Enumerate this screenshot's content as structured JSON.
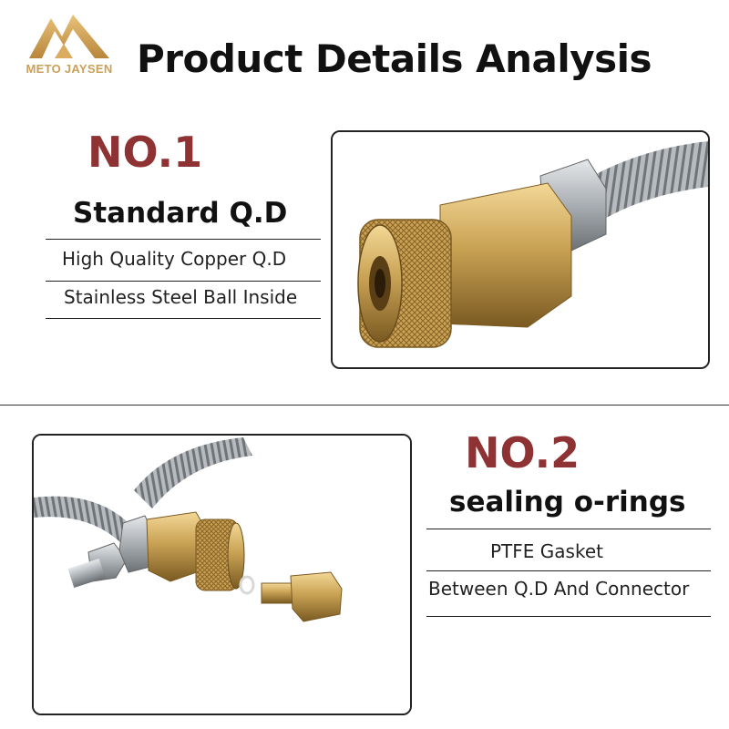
{
  "brand": {
    "name": "METO JAYSEN",
    "logo_icon": "mountain-logo-icon",
    "color": "#c9a05a"
  },
  "title": "Product Details Analysis",
  "sections": [
    {
      "number": "NO.1",
      "feature": "Standard Q.D",
      "details": [
        "High Quality Copper Q.D",
        "Stainless Steel Ball Inside"
      ],
      "image": "quick-disconnect-coupler-photo"
    },
    {
      "number": "NO.2",
      "feature": "sealing o-rings",
      "details": [
        "PTFE Gasket",
        "Between Q.D And Connector"
      ],
      "image": "hose-with-connector-photo"
    }
  ],
  "colors": {
    "number": "#8e3234",
    "brass": "#c9a254",
    "steel": "#b8bcc0"
  }
}
